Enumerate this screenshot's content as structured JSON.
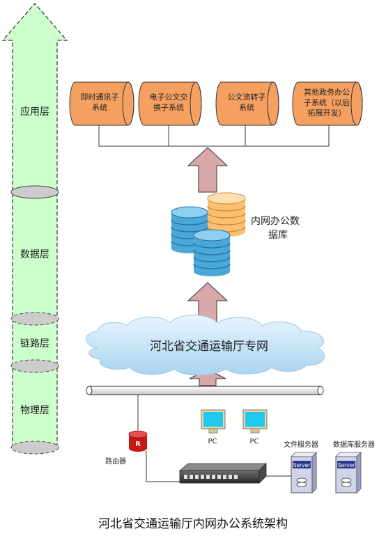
{
  "layers": {
    "application": "应用层",
    "data": "数据层",
    "link": "链路层",
    "physical": "物理层"
  },
  "subsystems": [
    {
      "line1": "即时通讯子",
      "line2": "系统"
    },
    {
      "line1": "电子公文交",
      "line2": "换子系统"
    },
    {
      "line1": "公文流转子",
      "line2": "系统"
    },
    {
      "line1": "其他政务办公",
      "line2": "子系统（以后",
      "line3": "拓展开发）"
    }
  ],
  "database": {
    "line1": "内网办公数",
    "line2": "据库"
  },
  "network": "河北省交通运输厅专网",
  "devices": {
    "router": "路由器",
    "router_badge": "R",
    "pc1": "PC",
    "pc2": "PC",
    "file_server": "文件服务器",
    "db_server": "数据库服务器",
    "server_badge": "Server"
  },
  "caption": "河北省交通运输厅内网办公系统架构",
  "colors": {
    "layer_arrow": "#ccffcc",
    "subsystem": "#f5a060",
    "arrow": "#d9a8a8",
    "cloud": "#c8e6f8",
    "db_blue": "#4aa8d8",
    "db_orange": "#f8c070"
  }
}
